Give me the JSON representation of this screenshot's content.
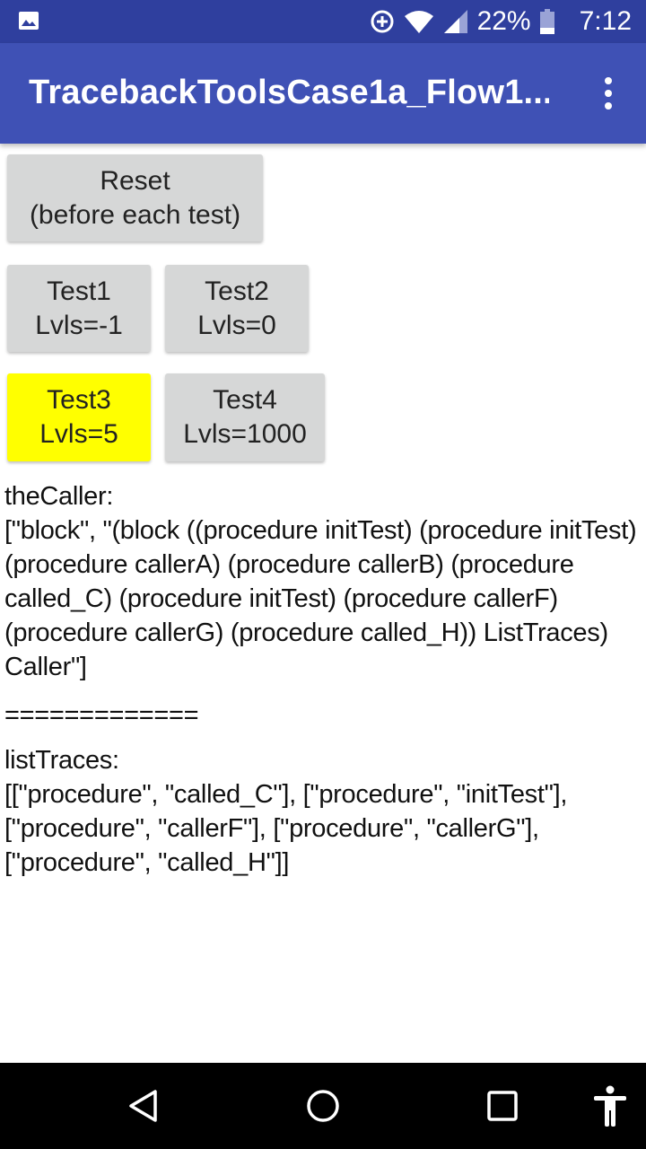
{
  "status_bar": {
    "battery_percent": "22%",
    "time": "7:12"
  },
  "app_bar": {
    "title": "TracebackToolsCase1a_Flow1..."
  },
  "buttons": {
    "reset": {
      "line1": "Reset",
      "line2": "(before each test)"
    },
    "test1": {
      "line1": "Test1",
      "line2": "Lvls=-1"
    },
    "test2": {
      "line1": "Test2",
      "line2": "Lvls=0"
    },
    "test3": {
      "line1": "Test3",
      "line2": "Lvls=5",
      "color": "#ffff00"
    },
    "test4": {
      "line1": "Test4",
      "line2": "Lvls=1000"
    }
  },
  "output": {
    "caller_label": "theCaller:",
    "caller_value": "[\"block\", \"(block ((procedure initTest) (procedure initTest) (procedure callerA) (procedure callerB) (procedure called_C) (procedure initTest) (procedure callerF) (procedure callerG) (procedure called_H)) ListTraces) Caller\"]",
    "separator": "=============",
    "traces_label": "listTraces:",
    "traces_value": "[[\"procedure\", \"called_C\"], [\"procedure\", \"initTest\"], [\"procedure\", \"callerF\"], [\"procedure\", \"callerG\"], [\"procedure\", \"called_H\"]]"
  },
  "colors": {
    "status_bar": "#2f3f9e",
    "app_bar": "#3f51b5",
    "button": "#d6d7d7",
    "highlight_button": "#ffff00"
  },
  "icons": {
    "status": [
      "image-icon",
      "data-saver-icon",
      "wifi-icon",
      "signal-icon",
      "battery-icon"
    ],
    "app_bar": [
      "overflow-menu-icon"
    ],
    "nav": [
      "back-icon",
      "home-icon",
      "recent-apps-icon",
      "accessibility-icon"
    ]
  }
}
